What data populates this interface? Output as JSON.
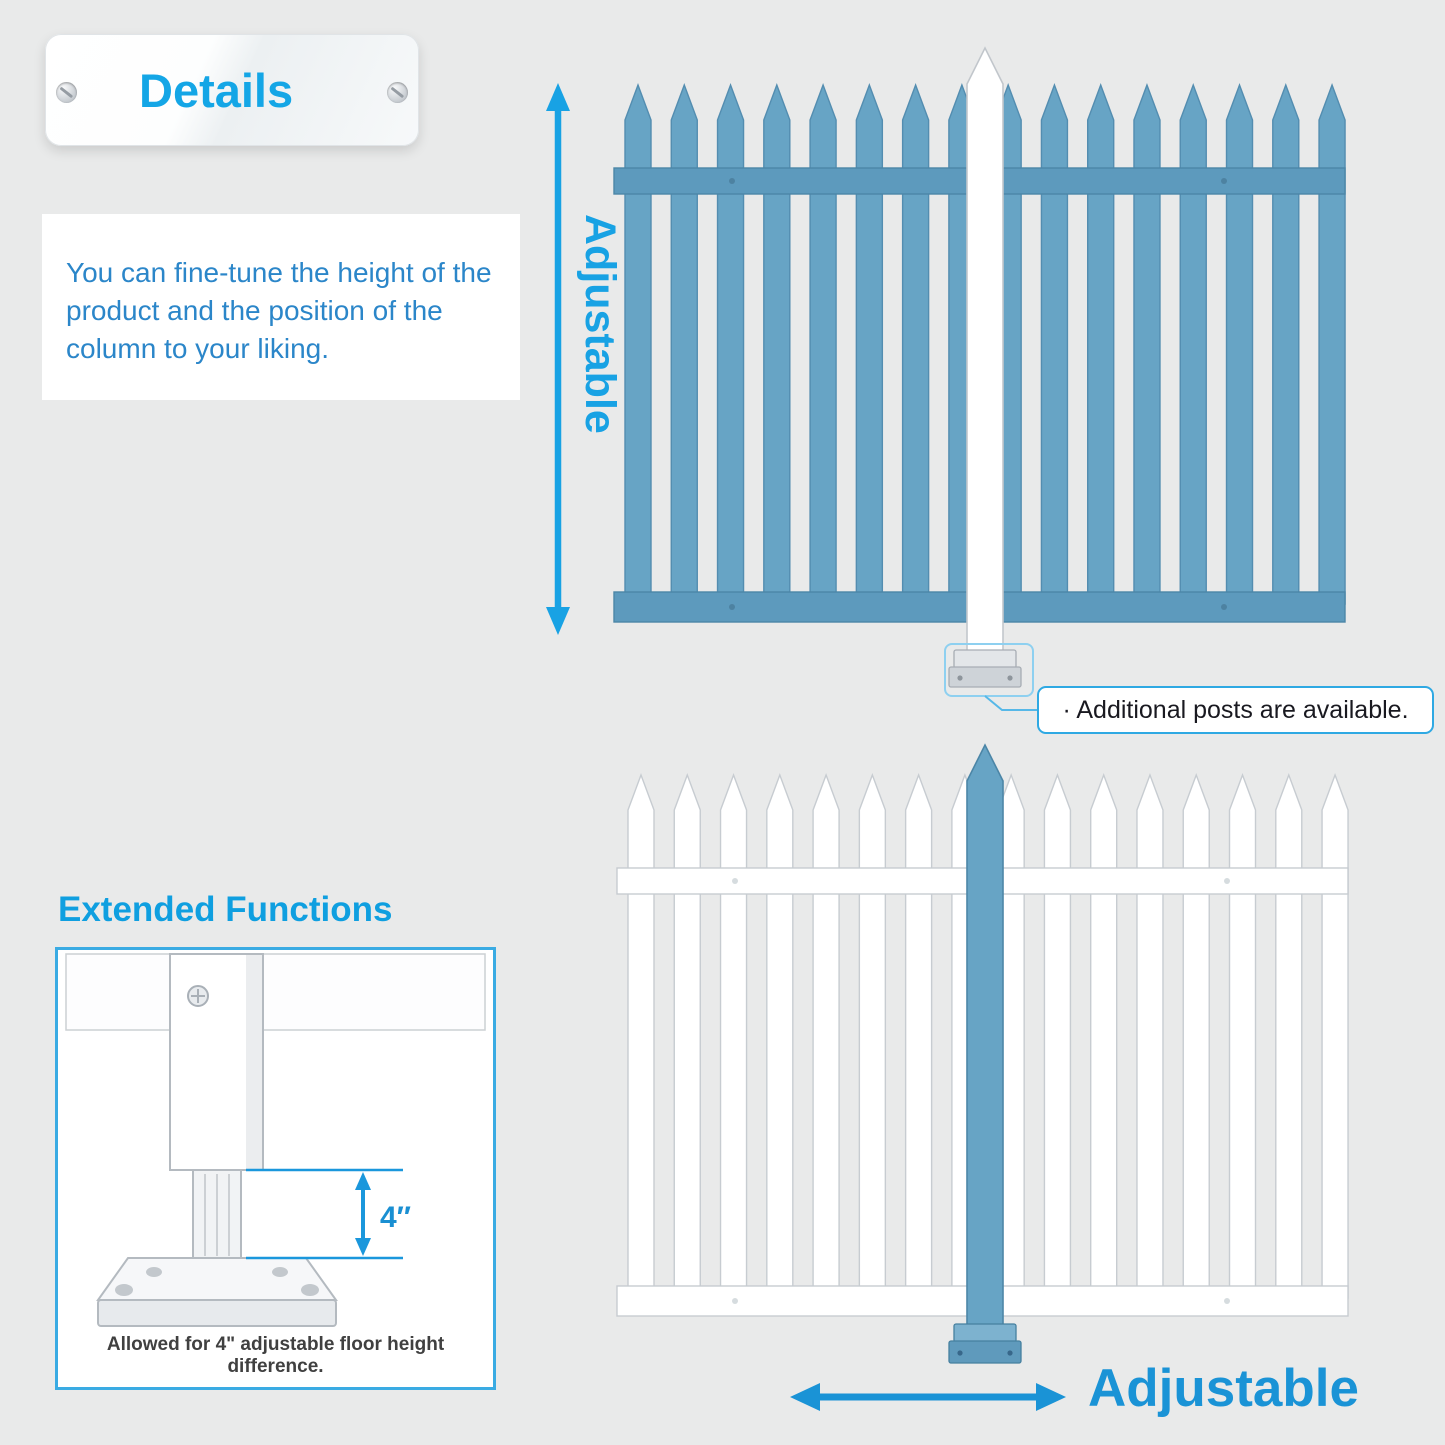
{
  "colors": {
    "background": "#e9eaea",
    "accent": "#18a2e4",
    "title_blue": "#14a6e6",
    "text_blue": "#2b86c9",
    "fence_blue": "#67a4c5",
    "fence_blue_dark": "#5d9abd"
  },
  "details_plaque": {
    "label": "Details"
  },
  "description": {
    "text": "You can fine-tune the height of the product and the position of the column to your liking."
  },
  "top_fence": {
    "adjustable_label": "Adjustable",
    "callout_text": "· Additional posts are available."
  },
  "extended_functions": {
    "heading": "Extended Functions",
    "dimension_label": "4″",
    "caption": "Allowed for 4\" adjustable floor height difference."
  },
  "bottom_fence": {
    "adjustable_label": "Adjustable"
  }
}
